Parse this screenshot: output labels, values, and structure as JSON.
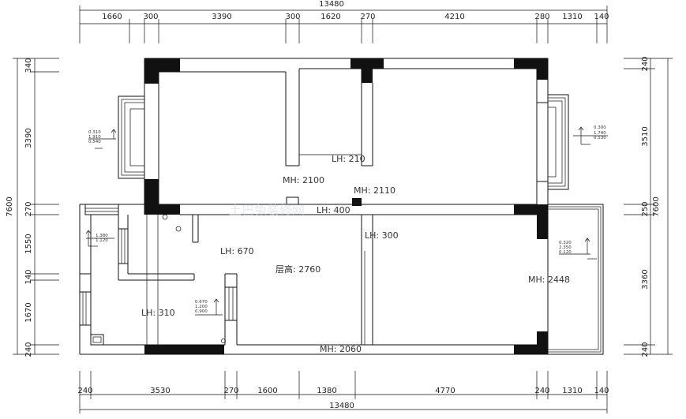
{
  "overall": {
    "top": "13480",
    "bottom": "13480",
    "left": "7600",
    "right": "7600"
  },
  "top_dims": [
    "1660",
    "300",
    "3390",
    "300",
    "1620",
    "270",
    "4210",
    "280",
    "1310",
    "140"
  ],
  "bottom_dims": [
    "240",
    "3530",
    "270",
    "1600",
    "1380",
    "4770",
    "240",
    "1310",
    "140"
  ],
  "left_dims": [
    "340",
    "3390",
    "270",
    "1550",
    "140",
    "1670",
    "240"
  ],
  "right_dims": [
    "240",
    "3510",
    "250",
    "3360",
    "240"
  ],
  "labels": {
    "lh_210": "LH: 210",
    "mh_2100": "MH: 2100",
    "mh_2110": "MH: 2110",
    "lh_400": "LH: 400",
    "lh_300": "LH: 300",
    "lh_670": "LH: 670",
    "ceiling": "层高: 2760",
    "mh_2448": "MH: 2448",
    "lh_310": "LH: 310",
    "mh_2060": "MH: 2060"
  },
  "levels": {
    "left_window": [
      "0.310",
      "1.910",
      "0.540"
    ],
    "right_window": [
      "0.300",
      "1.740",
      "0.530"
    ],
    "left_lower": [
      "1.380",
      "1.120"
    ],
    "center": [
      "0.670",
      "1.200",
      "0.900"
    ],
    "balcony": [
      "0.320",
      "2.350",
      "0.120"
    ]
  },
  "watermark": "土巴兔装修网"
}
